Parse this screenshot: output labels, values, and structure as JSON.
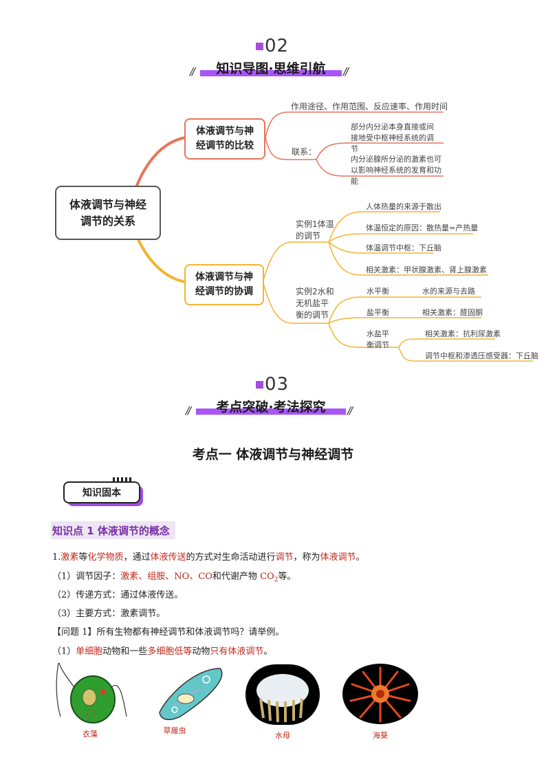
{
  "section2": {
    "num": "02",
    "title": "知识导图·思维引航"
  },
  "mindmap": {
    "root": "体液调节与神经调节的关系",
    "comparison": {
      "label": "体液调节与神经调节的比较",
      "item1": "作用途径、作用范围、反应速率、作用时间",
      "relation_label": "联系：",
      "rel1": "部分内分泌本身直接或间接地受中枢神经系统的调节",
      "rel2": "内分泌腺所分泌的激素也可以影响神经系统的发育和功能"
    },
    "coordination": {
      "label": "体液调节与神经调节的协调",
      "ex1_label": "实例1体温的调节",
      "ex1_items": [
        "人体热量的来源于散出",
        "体温恒定的原因：散热量=产热量",
        "体温调节中枢：下丘脑",
        "相关激素：甲状腺激素、肾上腺激素"
      ],
      "ex2_label": "实例2水和无机盐平衡的调节",
      "water_label": "水平衡",
      "water_item": "水的来源与去路",
      "salt_label": "盐平衡",
      "salt_item": "相关激素：醛固酮",
      "ws_label": "水盐平衡调节",
      "ws_item1": "相关激素：抗利尿激素",
      "ws_item2": "调节中枢和渗透压感受器：下丘脑"
    }
  },
  "section3": {
    "num": "03",
    "title": "考点突破·考法探究"
  },
  "kaodian_title": "考点一 体液调节与神经调节",
  "zhishi_tag": "知识固本",
  "kp1_heading": "知识点 1 体液调节的概念",
  "lines": {
    "l1": {
      "a": "1.",
      "b": "激素",
      "c": "等",
      "d": "化学物质",
      "e": "，通过",
      "f": "体液传送",
      "g": "的方式对生命活动进行",
      "h": "调节",
      "i": "，称为",
      "j": "体液调节",
      "k": "。"
    },
    "l2": {
      "a": "（1）调节因子：",
      "b": "激素、组胺、NO、CO",
      "c": "和代谢产物 ",
      "d": "CO",
      "sub": "2",
      "e": "等。"
    },
    "l3": "（2）传递方式：通过体液传送。",
    "l4": "（3）主要方式：激素调节。",
    "l5": "【问题 1】所有生物都有神经调节和体液调节吗？请举例。",
    "l6": {
      "a": "（1）",
      "b": "单细胞",
      "c": "动物和一些",
      "d": "多细胞低等",
      "e": "动物",
      "f": "只有体液调节",
      "g": "。"
    }
  },
  "images": [
    "衣藻",
    "草履虫",
    "水母",
    "海葵"
  ]
}
